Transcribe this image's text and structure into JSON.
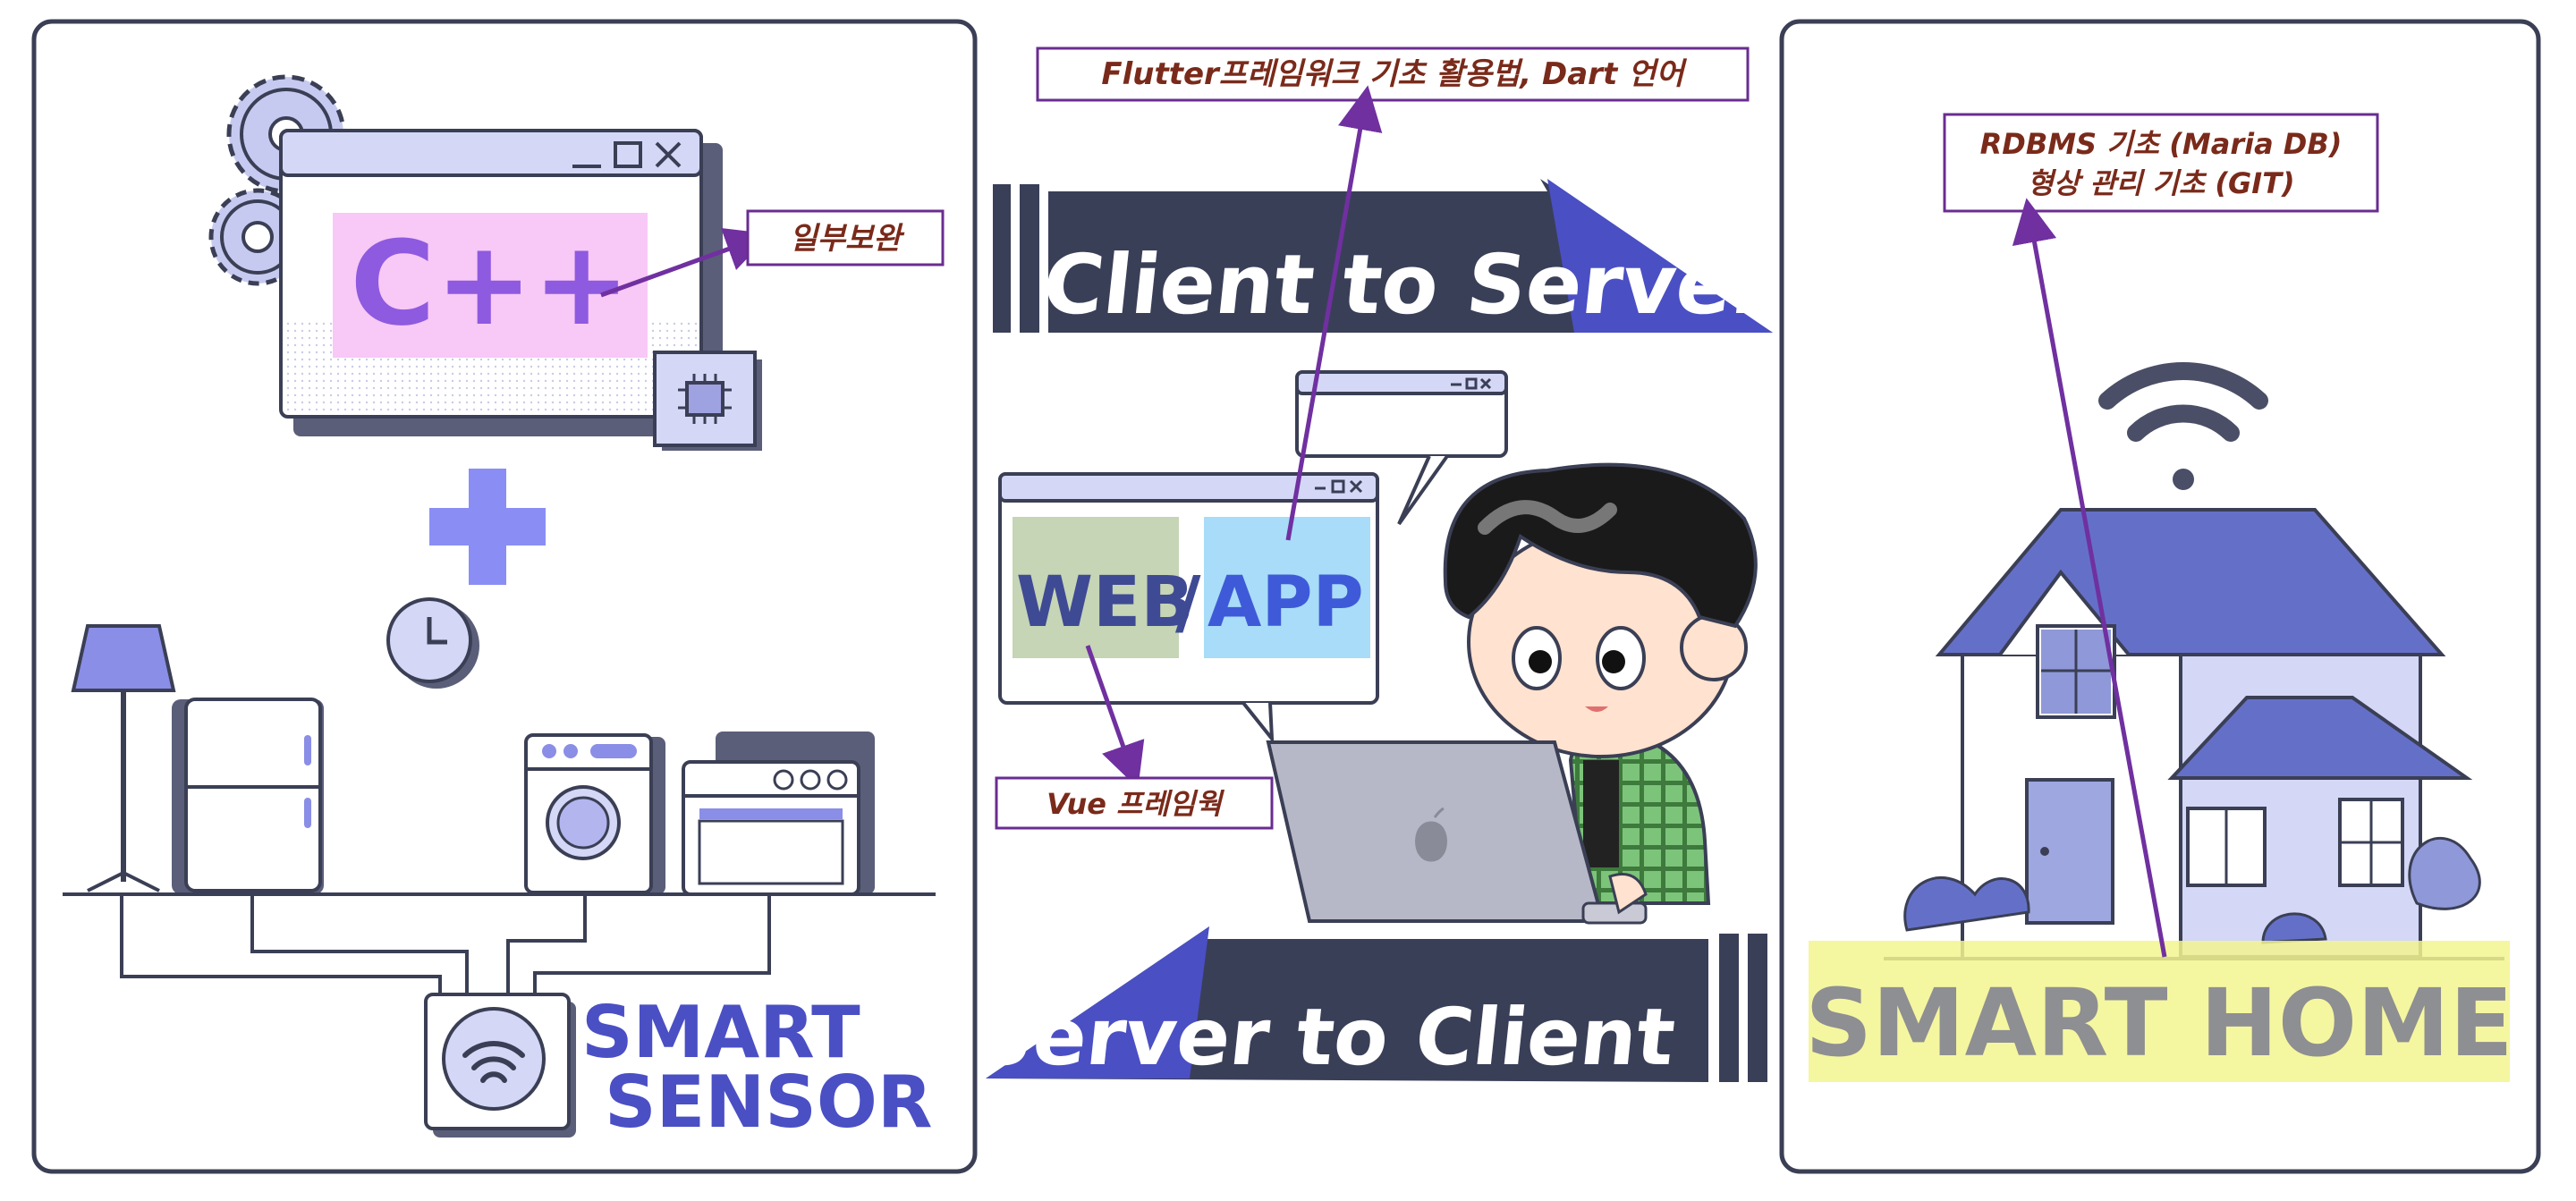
{
  "left_panel": {
    "cpp_text": "C++",
    "annotation": "일부보완",
    "sensor_line1": "SMART",
    "sensor_line2": "SENSOR"
  },
  "center_panel": {
    "flutter_label": "Flutter프레임워크 기초 활용법, Dart 언어",
    "client_to_server": "Client to Server",
    "web_text": "WEB",
    "slash_text": "/",
    "app_text": "APP",
    "vue_label": "Vue 프레임웍",
    "server_to_client": "Server to Client"
  },
  "right_panel": {
    "rdbms_line1": "RDBMS 기초 (Maria DB)",
    "rdbms_line2": "형상 관리 기초 (GIT)",
    "smart_home": "SMART HOME"
  },
  "colors": {
    "panel_border": "#3b3f55",
    "annotation_box": "#6a2c91",
    "arrow_purple": "#7030a0",
    "navy": "#3a3f58",
    "blue_accent": "#4a4fc4",
    "house_blue": "#6470c8",
    "highlight_yellow": "#f3f58f"
  }
}
